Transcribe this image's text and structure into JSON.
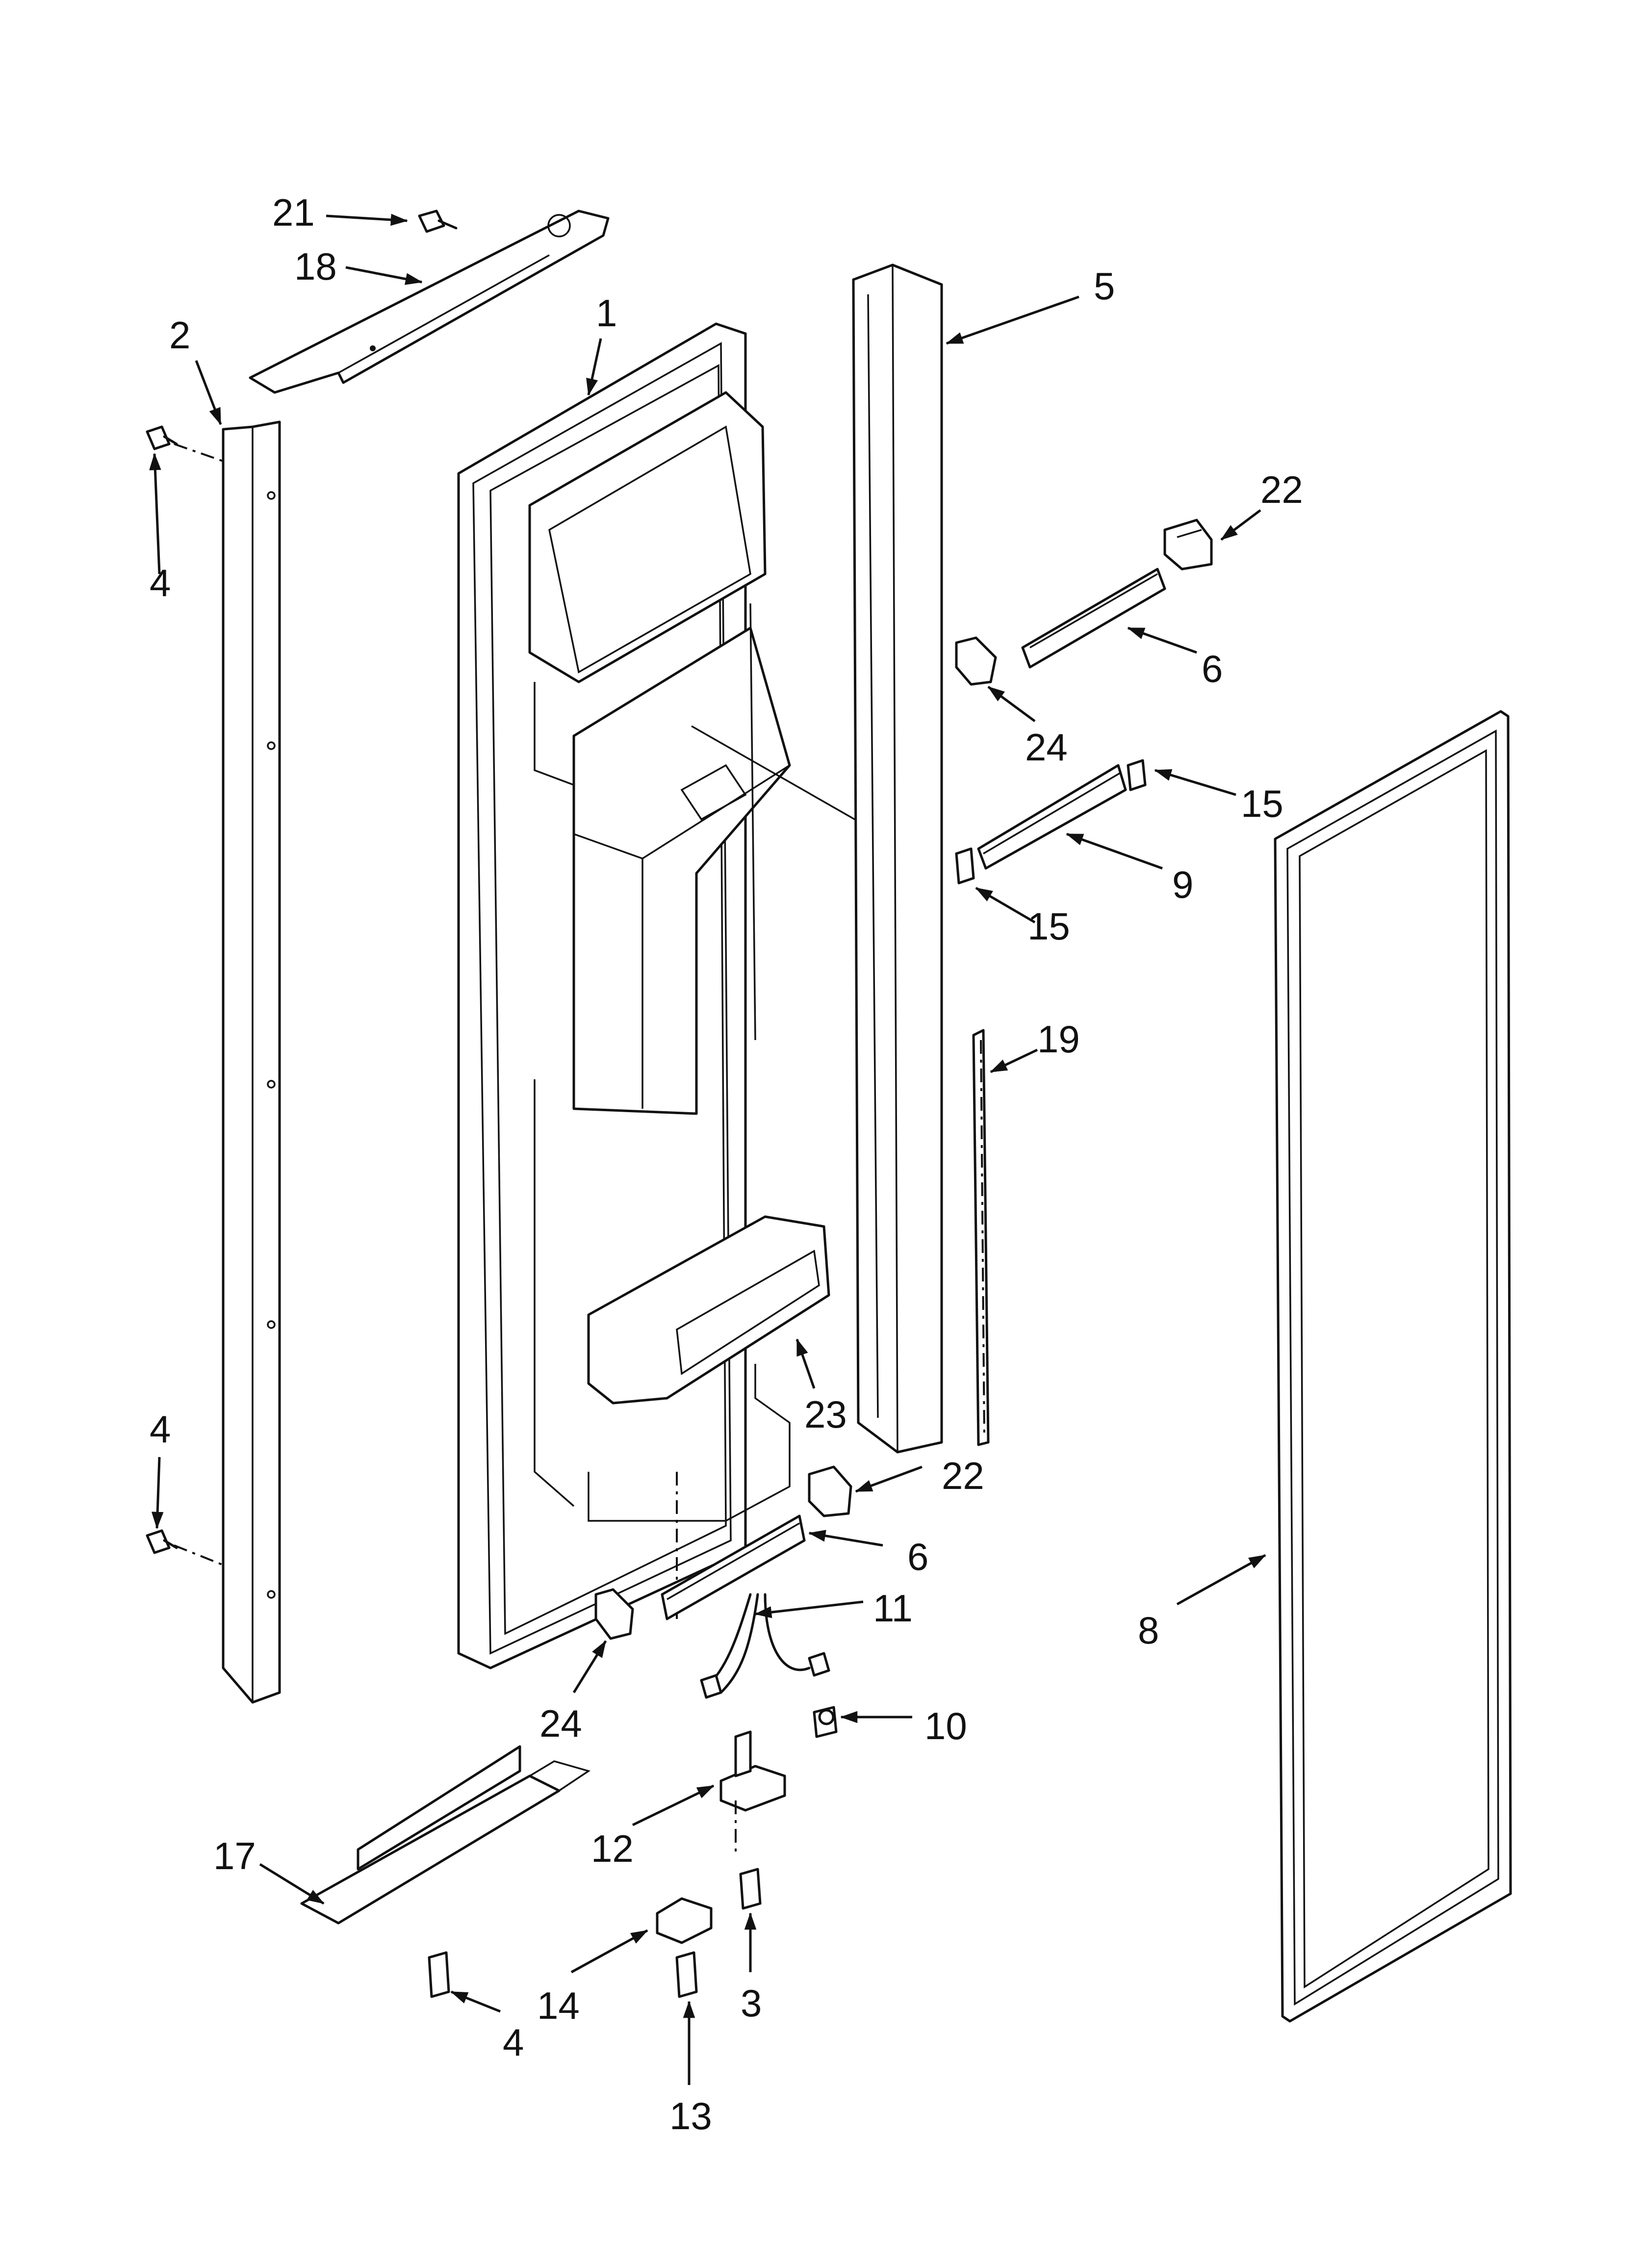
{
  "callouts": {
    "c21": "21",
    "c18": "18",
    "c2": "2",
    "c1": "1",
    "c5": "5",
    "c4a": "4",
    "c22a": "22",
    "c6a": "6",
    "c24a": "24",
    "c15a": "15",
    "c9": "9",
    "c15b": "15",
    "c19": "19",
    "c4b": "4",
    "c23": "23",
    "c22b": "22",
    "c6b": "6",
    "c11": "11",
    "c8": "8",
    "c24b": "24",
    "c10": "10",
    "c17": "17",
    "c12": "12",
    "c14": "14",
    "c3": "3",
    "c4c": "4",
    "c13": "13"
  }
}
